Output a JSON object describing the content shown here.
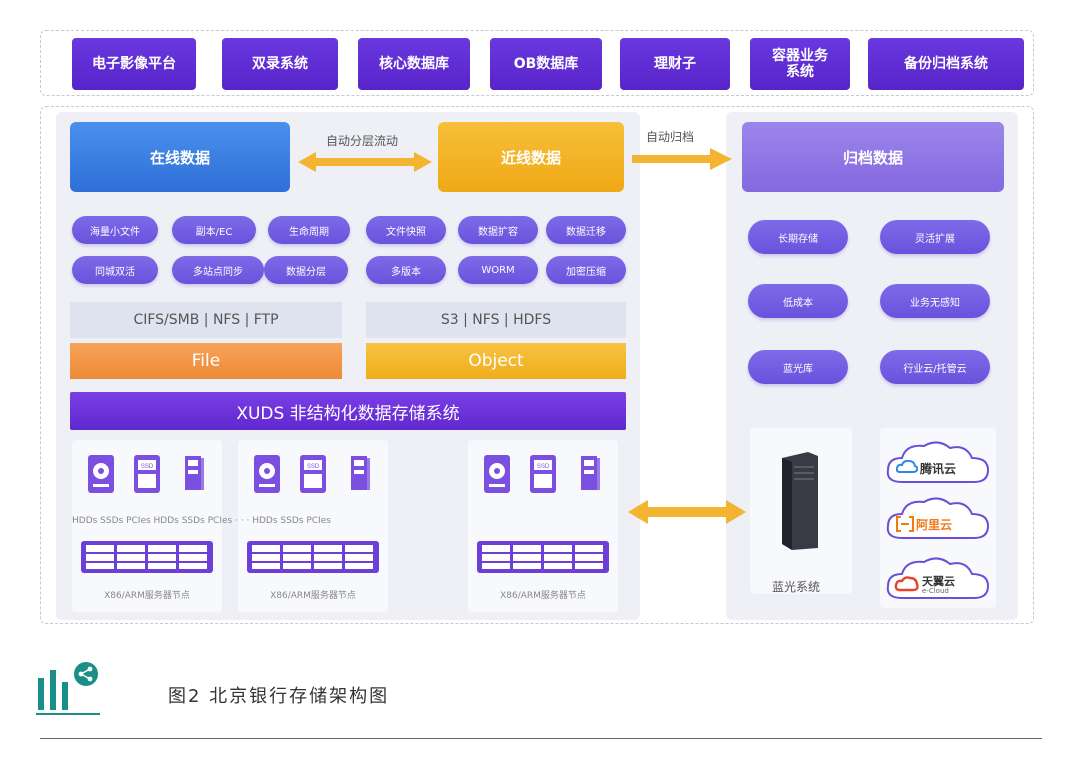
{
  "apps": [
    "电子影像平台",
    "双录系统",
    "核心数据库",
    "OB数据库",
    "理财子",
    "容器业务\n系统",
    "备份归档系统"
  ],
  "tiers": {
    "online": "在线数据",
    "nearline": "近线数据",
    "archive": "归档数据",
    "tiering_label": "自动分层流动",
    "archive_label": "自动归档"
  },
  "features_left": [
    "海量小文件",
    "副本/EC",
    "生命周期",
    "同城双活",
    "多站点同步",
    "数据分层"
  ],
  "features_mid": [
    "文件快照",
    "数据扩容",
    "数据迁移",
    "多版本",
    "WORM",
    "加密压缩"
  ],
  "features_right": [
    "长期存储",
    "灵活扩展",
    "低成本",
    "业务无感知",
    "蓝光库",
    "行业云/托管云"
  ],
  "protocols": {
    "file": "CIFS/SMB | NFS | FTP",
    "object": "S3 | NFS | HDFS"
  },
  "bars": {
    "file": "File",
    "object": "Object",
    "xuds": "XUDS 非结构化数据存储系统"
  },
  "nodes": {
    "devices_text": "HDDs SSDs PCIes HDDs SSDs PCIes · · · HDDs SSDs PCIes",
    "labels": [
      "X86/ARM服务器节点",
      "X86/ARM服务器节点",
      "X86/ARM服务器节点"
    ]
  },
  "bluray": "蓝光系统",
  "clouds": [
    "腾讯云",
    "阿里云",
    "天翼云"
  ],
  "cloud_sub": "e-Cloud",
  "caption": "图2 北京银行存储架构图"
}
